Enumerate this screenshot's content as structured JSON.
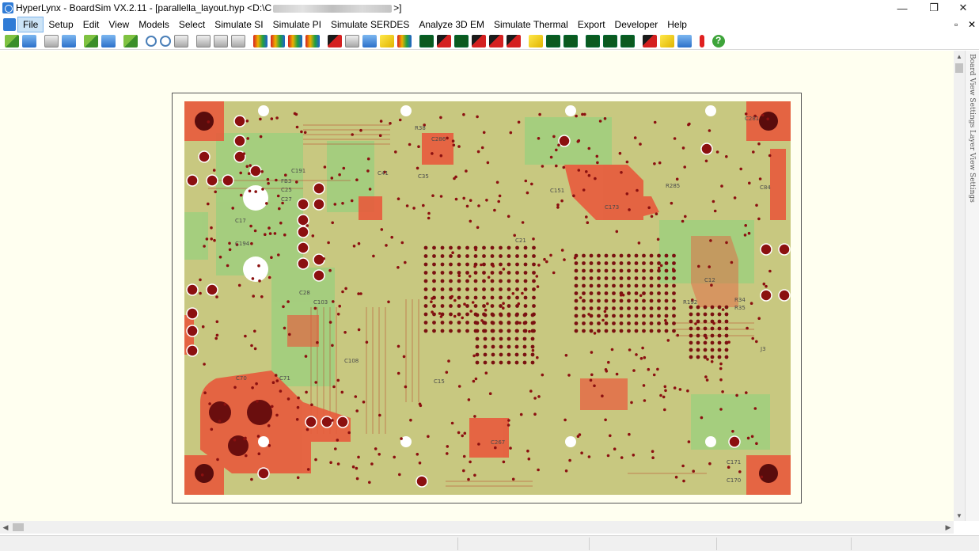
{
  "window": {
    "title_prefix": "HyperLynx - BoardSim VX.2.11 - [parallella_layout.hyp <D:\\C",
    "title_suffix": ">]",
    "minimize_glyph": "—",
    "restore_glyph": "❐",
    "close_glyph": "✕"
  },
  "menu": {
    "items": [
      "File",
      "Setup",
      "Edit",
      "View",
      "Models",
      "Select",
      "Simulate SI",
      "Simulate PI",
      "Simulate SERDES",
      "Analyze 3D EM",
      "Simulate Thermal",
      "Export",
      "Developer",
      "Help"
    ],
    "active": "File",
    "mdi_restore": "▫",
    "mdi_close": "✕"
  },
  "toolbar": {
    "icons": [
      "open-board-icon",
      "print-icon",
      "open-file-icon",
      "print-preview-icon",
      "save-icon",
      "edit-icon",
      "net-list-icon",
      "zoom-in-icon",
      "zoom-out-icon",
      "zoom-fit-icon",
      "measure-icon",
      "stackup-icon",
      "doc-icon",
      "netlist-icon",
      "probe-icon",
      "waveform-icon",
      "oscilloscope-icon",
      "spectrum-icon",
      "eye-icon",
      "board-wizard-icon",
      "crosstalk-icon",
      "signal-chart-icon",
      "emc-chart-icon",
      "terminator-icon",
      "sparam-icon",
      "power-icon",
      "thermal-icon",
      "help-icon"
    ]
  },
  "side_tabs": {
    "board_view": "Board View Settings",
    "layer_view": "Layer View Settings"
  },
  "scroll": {
    "up": "▲",
    "down": "▼",
    "left": "◀",
    "right": "▶"
  },
  "board": {
    "labels": [
      "C191",
      "FB3",
      "C25",
      "C27",
      "C17",
      "C194",
      "C28",
      "C35",
      "C286",
      "R38",
      "C173",
      "C151",
      "R285",
      "C281",
      "C84",
      "C12",
      "R34",
      "R35",
      "R192",
      "J3",
      "C70",
      "C71",
      "C267",
      "C171",
      "C170",
      "C108",
      "C15",
      "C21",
      "C103",
      "C41"
    ],
    "colors": {
      "substrate": "#c8c880",
      "green_pour": "#9fcf7e",
      "copper": "#e85a3c",
      "pad": "#8b1010",
      "via": "#ffffff"
    }
  }
}
